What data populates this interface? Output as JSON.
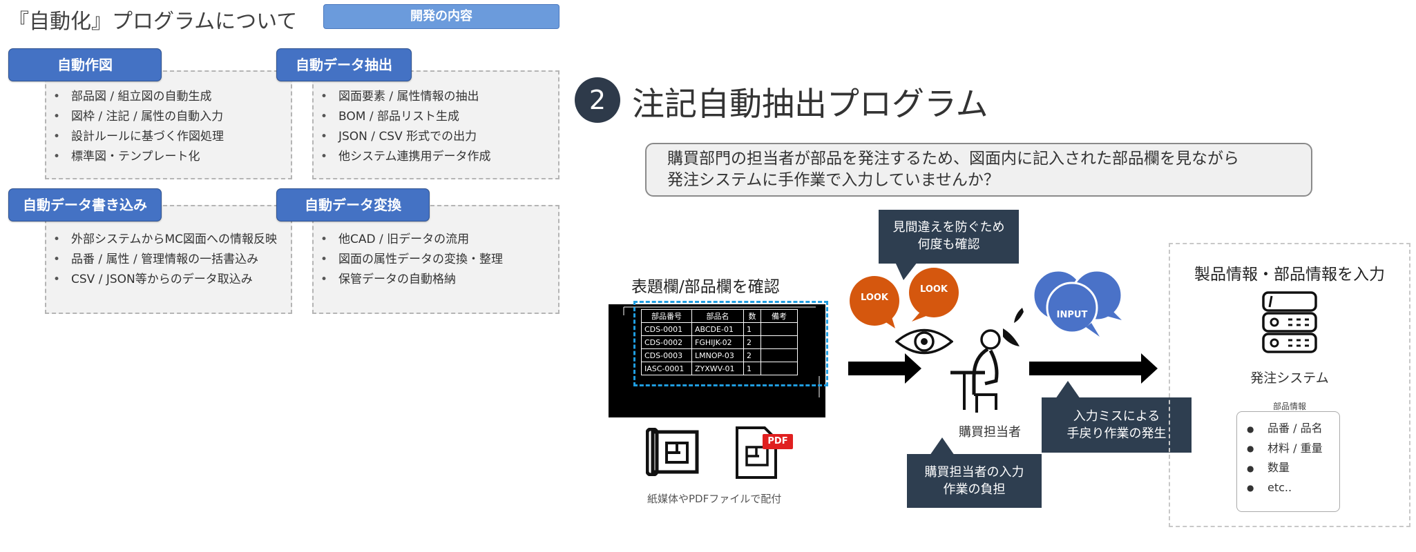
{
  "page": {
    "title": "『自動化』プログラムについて",
    "header_pill": "開発の内容"
  },
  "categories": [
    {
      "label": "自動作図",
      "items": [
        "部品図 / 組立図の自動生成",
        "図枠 / 注記 / 属性の自動入力",
        "設計ルールに基づく作図処理",
        "標準図・テンプレート化"
      ]
    },
    {
      "label": "自動データ抽出",
      "items": [
        "図面要素 / 属性情報の抽出",
        "BOM / 部品リスト生成",
        "JSON / CSV 形式での出力",
        "他システム連携用データ作成"
      ]
    },
    {
      "label": "自動データ書き込み",
      "items": [
        "外部システムからMC図面への情報反映",
        "品番 / 属性 / 管理情報の一括書込み",
        "CSV / JSON等からのデータ取込み"
      ]
    },
    {
      "label": "自動データ変換",
      "items": [
        "他CAD / 旧データの流用",
        "図面の属性データの変換・整理",
        "保管データの自動格納"
      ]
    }
  ],
  "program": {
    "number": "2",
    "title": "注記自動抽出プログラム",
    "question_line1": "購買部門の担当者が部品を発注するため、図面内に記入された部品欄を見ながら",
    "question_line2": "発注システムに手作業で入力していませんか？"
  },
  "diagram": {
    "left_label": "表題欄/部品欄を確認",
    "distribution_label": "紙媒体やPDFファイルで配付",
    "pdf_badge": "PDF",
    "look_label": "LOOK",
    "input_label": "INPUT",
    "person_label": "購買担当者",
    "callout_top_line1": "見間違えを防ぐため",
    "callout_top_line2": "何度も確認",
    "callout_right_line1": "入力ミスによる",
    "callout_right_line2": "手戻り作業の発生",
    "callout_bottom_line1": "購買担当者の入力",
    "callout_bottom_line2": "作業の負担",
    "right_title": "製品情報・部品情報を入力",
    "system_label": "発注システム",
    "info_title": "部品情報",
    "info_items": [
      "品番 / 品名",
      "材料 / 重量",
      "数量",
      "etc.."
    ]
  },
  "parts_table": {
    "headers": [
      "部品番号",
      "部品名",
      "数",
      "備考"
    ],
    "rows": [
      [
        "CDS-0001",
        "ABCDE-01",
        "1",
        ""
      ],
      [
        "CDS-0002",
        "FGHIJK-02",
        "2",
        ""
      ],
      [
        "CDS-0003",
        "LMNOP-03",
        "2",
        ""
      ],
      [
        "IASC-0001",
        "ZYXWV-01",
        "1",
        ""
      ]
    ]
  },
  "colors": {
    "tag_blue": "#4472c4",
    "pill_blue": "#6b9bdc",
    "look_orange": "#d5570e",
    "input_blue": "#4a72c8",
    "callout_navy": "#2e3e50"
  }
}
